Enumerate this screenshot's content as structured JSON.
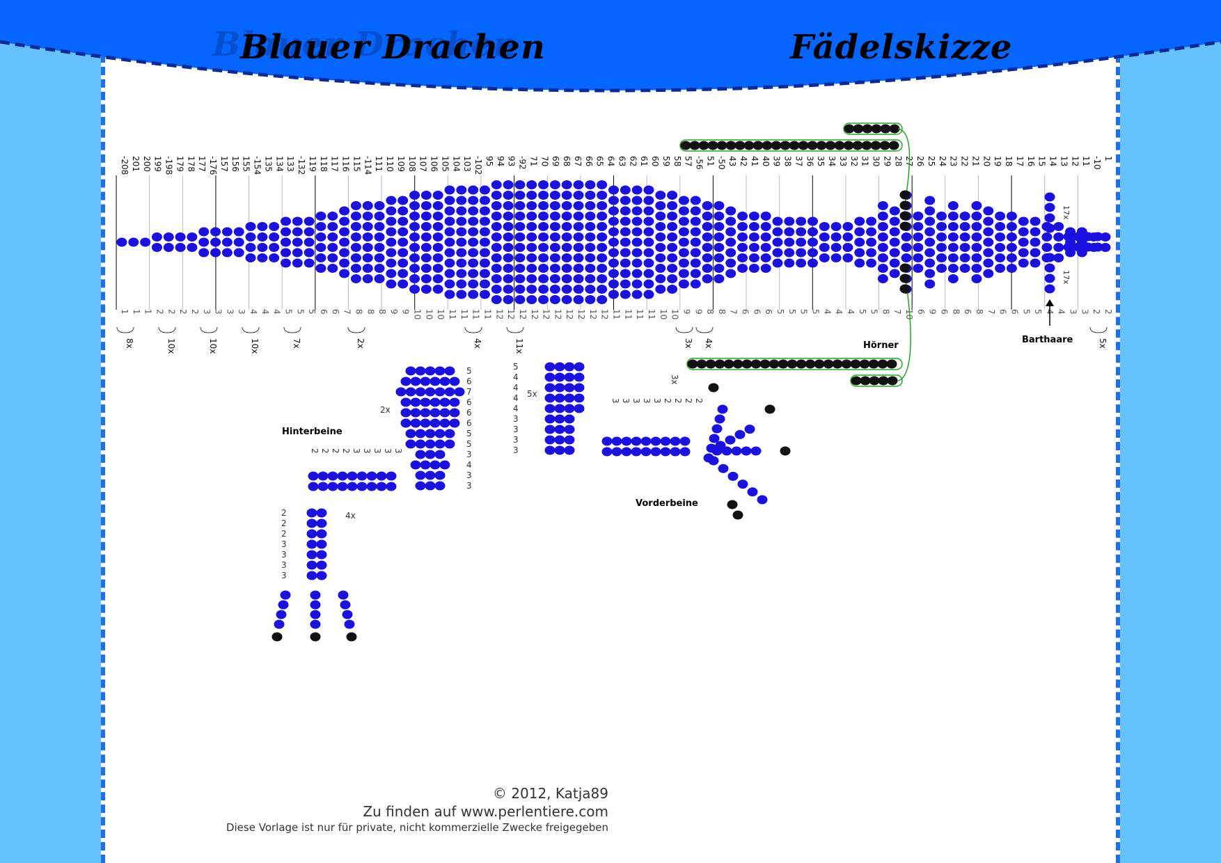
{
  "header": {
    "title_left": "Blauer Drachen",
    "title_right": "Fädelskizze"
  },
  "labels": {
    "horns": "Hörner",
    "beard": "Barthaare",
    "hind_legs": "Hinterbeine",
    "front_legs": "Vorderbeine"
  },
  "body_row_numbers": [
    "-208",
    "201",
    "200",
    "199",
    "-198",
    "179",
    "178",
    "177",
    "-176",
    "157",
    "156",
    "155",
    "-154",
    "135",
    "134",
    "133",
    "-132",
    "119",
    "118",
    "117",
    "116",
    "115",
    "-114",
    "111",
    "110",
    "109",
    "108",
    "107",
    "106",
    "105",
    "104",
    "103",
    "-102",
    "95",
    "94",
    "93",
    "-92",
    "71",
    "70",
    "69",
    "68",
    "67",
    "66",
    "65",
    "64",
    "63",
    "62",
    "61",
    "60",
    "59",
    "58",
    "57",
    "-56",
    "51",
    "-50",
    "43",
    "42",
    "41",
    "40",
    "39",
    "38",
    "37",
    "36",
    "35",
    "34",
    "33",
    "32",
    "31",
    "30",
    "29",
    "28",
    "27",
    "26",
    "25",
    "24",
    "23",
    "22",
    "21",
    "20",
    "19",
    "18",
    "17",
    "16",
    "15",
    "14",
    "13",
    "12",
    "11",
    "-10",
    "1"
  ],
  "body_bead_counts": [
    "1",
    "1",
    "1",
    "2",
    "2",
    "2",
    "2",
    "3",
    "3",
    "3",
    "3",
    "4",
    "4",
    "4",
    "5",
    "5",
    "5",
    "6",
    "6",
    "7",
    "8",
    "8",
    "8",
    "9",
    "9",
    "10",
    "10",
    "10",
    "11",
    "11",
    "11",
    "11",
    "12",
    "12",
    "12",
    "12",
    "12",
    "12",
    "12",
    "12",
    "12",
    "12",
    "11",
    "11",
    "11",
    "11",
    "10",
    "10",
    "9",
    "9",
    "8",
    "8",
    "7",
    "6",
    "6",
    "6",
    "5",
    "5",
    "5",
    "5",
    "4",
    "4",
    "4",
    "5",
    "5",
    "8",
    "7",
    "10",
    "6",
    "9",
    "6",
    "8",
    "6",
    "8",
    "7",
    "6",
    "6",
    "5",
    "5",
    "4",
    "4",
    "3",
    "3",
    "2",
    "2"
  ],
  "repeat_markers": [
    "8x",
    "10x",
    "10x",
    "10x",
    "7x",
    "2x",
    "4x",
    "11x",
    "3x",
    "4x",
    "5x"
  ],
  "beard_repeat": "17x",
  "hind_leg_counts": {
    "top": [
      "5",
      "6",
      "7",
      "6",
      "6",
      "6",
      "5",
      "5",
      "3",
      "4",
      "3",
      "3"
    ],
    "side": [
      "2",
      "2",
      "2",
      "3",
      "3",
      "3",
      "3"
    ],
    "row": [
      "2",
      "2",
      "2",
      "2",
      "3",
      "3",
      "3",
      "3",
      "3"
    ],
    "repeat_top": "2x",
    "repeat_side": "4x"
  },
  "front_leg_counts": {
    "left": [
      "5",
      "4",
      "4",
      "4",
      "4",
      "3",
      "3",
      "3",
      "3"
    ],
    "row": [
      "3",
      "3",
      "3",
      "3",
      "3",
      "2",
      "2",
      "2",
      "2"
    ],
    "repeat_left": "5x",
    "repeat_row": "3x"
  },
  "footer": {
    "copyright": "© 2012, Katja89",
    "source": "Zu finden auf www.perlentiere.com",
    "license": "Diese Vorlage ist nur für private, nicht kommerzielle Zwecke freigegeben"
  },
  "colors": {
    "bead_blue": "#1a10e0",
    "bead_black": "#111111",
    "header_blue": "#0566ff",
    "side_blue": "#66c2ff"
  }
}
